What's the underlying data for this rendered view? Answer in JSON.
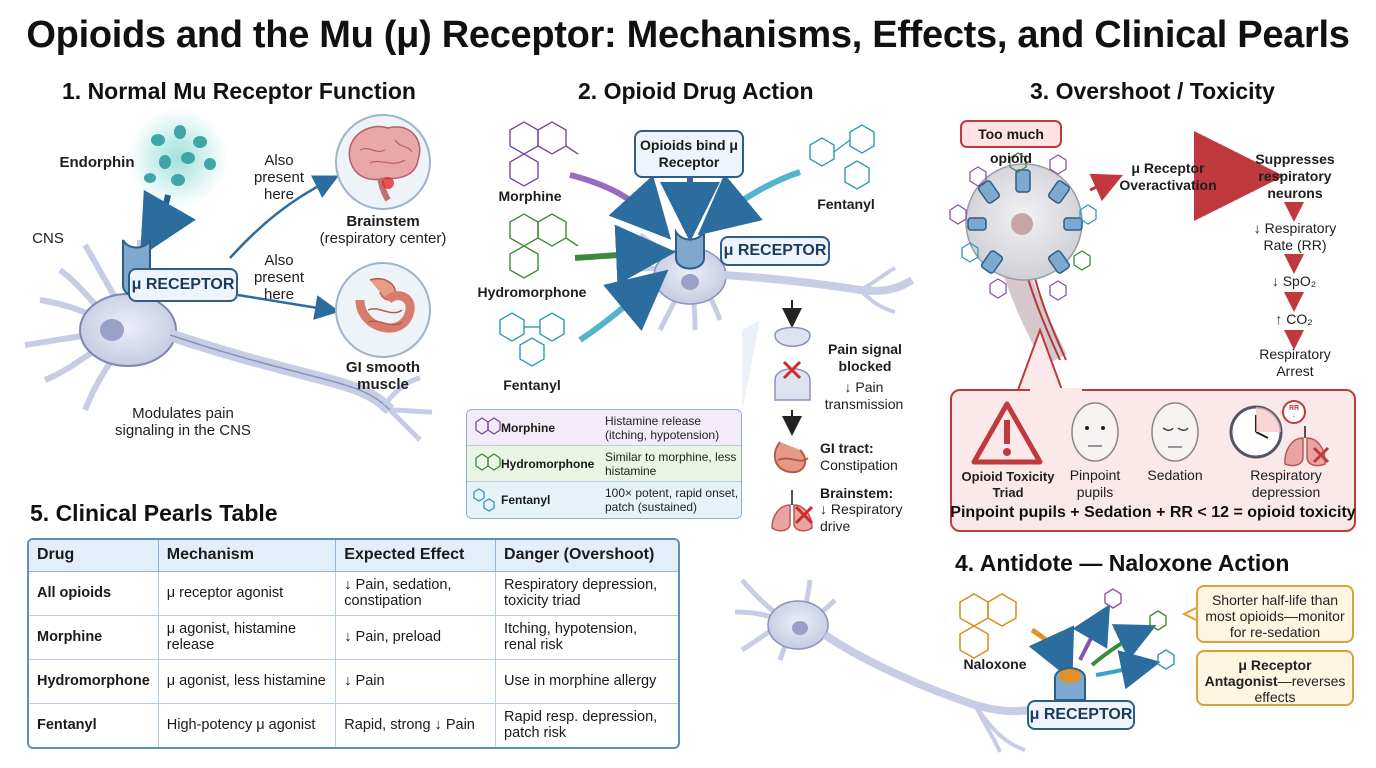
{
  "title": "Opioids and the Mu (μ) Receptor: Mechanisms, Effects, and Clinical Pearls",
  "sections": {
    "s1": {
      "heading": "1. Normal Mu Receptor Function",
      "endorphin": "Endorphin",
      "cns": "CNS",
      "receptor": "μ RECEPTOR",
      "also_present_1": "Also present here",
      "also_present_2": "Also present here",
      "brainstem_title": "Brainstem",
      "brainstem_sub": "(respiratory center)",
      "gi_title": "GI smooth muscle",
      "modulates": "Modulates pain signaling in the CNS"
    },
    "s2": {
      "heading": "2. Opioid Drug Action",
      "bind_box": "Opioids bind μ Receptor",
      "morphine": "Morphine",
      "hydromorphone": "Hydromorphone",
      "fentanyl_left": "Fentanyl",
      "fentanyl_right": "Fentanyl",
      "receptor": "μ RECEPTOR",
      "pain_blocked_title": "Pain signal blocked",
      "pain_blocked_sub": "↓ Pain transmission",
      "gi_title": "GI tract:",
      "gi_sub": "Constipation",
      "brainstem_title": "Brainstem:",
      "brainstem_sub": "↓ Respiratory drive",
      "mini_table": [
        {
          "name": "Morphine",
          "desc": "Histamine release (itching, hypotension)",
          "bg": "#f3ebf7",
          "color": "#7a4a9a"
        },
        {
          "name": "Hydromorphone",
          "desc": "Similar to morphine, less histamine",
          "bg": "#ebf5e6",
          "color": "#3f8a3a"
        },
        {
          "name": "Fentanyl",
          "desc": "100× potent, rapid onset, patch (sustained)",
          "bg": "#e6f3f8",
          "color": "#2d9bb5"
        }
      ]
    },
    "s3": {
      "heading": "3. Overshoot / Toxicity",
      "too_much": "Too much opioid",
      "overactivation": "μ Receptor Overactivation",
      "suppresses": "Suppresses respiratory neurons",
      "rr": "↓ Respiratory Rate (RR)",
      "spo2": "↓ SpO₂",
      "co2": "↑ CO₂",
      "arrest": "Respiratory Arrest",
      "triad_label": "Opioid Toxicity Triad",
      "pinpoint": "Pinpoint pupils",
      "sedation": "Sedation",
      "resp_dep": "Respiratory depression",
      "rr_badge": "RR ↓",
      "footer": "Pinpoint pupils + Sedation + RR < 12 = opioid toxicity"
    },
    "s4": {
      "heading": "4. Antidote — Naloxone Action",
      "naloxone": "Naloxone",
      "receptor": "μ RECEPTOR",
      "note1": "Shorter half-life than most opioids—monitor for re-sedation",
      "note2_bold": "μ Receptor Antagonist",
      "note2_rest": "—reverses effects"
    },
    "s5": {
      "heading": "5. Clinical Pearls Table",
      "columns": [
        "Drug",
        "Mechanism",
        "Expected Effect",
        "Danger (Overshoot)"
      ],
      "rows": [
        [
          "All opioids",
          "μ receptor agonist",
          "↓ Pain, sedation, constipation",
          "Respiratory depression, toxicity triad"
        ],
        [
          "Morphine",
          "μ agonist, histamine release",
          "↓ Pain, preload",
          "Itching, hypotension, renal risk"
        ],
        [
          "Hydromorphone",
          "μ agonist, less histamine",
          "↓ Pain",
          "Use in morphine allergy"
        ],
        [
          "Fentanyl",
          "High-potency μ agonist",
          "Rapid, strong ↓ Pain",
          "Rapid resp. depression, patch risk"
        ]
      ]
    }
  },
  "colors": {
    "receptor_blue": "#2b5f8a",
    "morphine_purple": "#8a55a8",
    "hydromorphone_green": "#3f8a3a",
    "fentanyl_teal": "#38a6bf",
    "danger_red": "#c0393f",
    "naloxone_orange": "#e08a1e"
  }
}
